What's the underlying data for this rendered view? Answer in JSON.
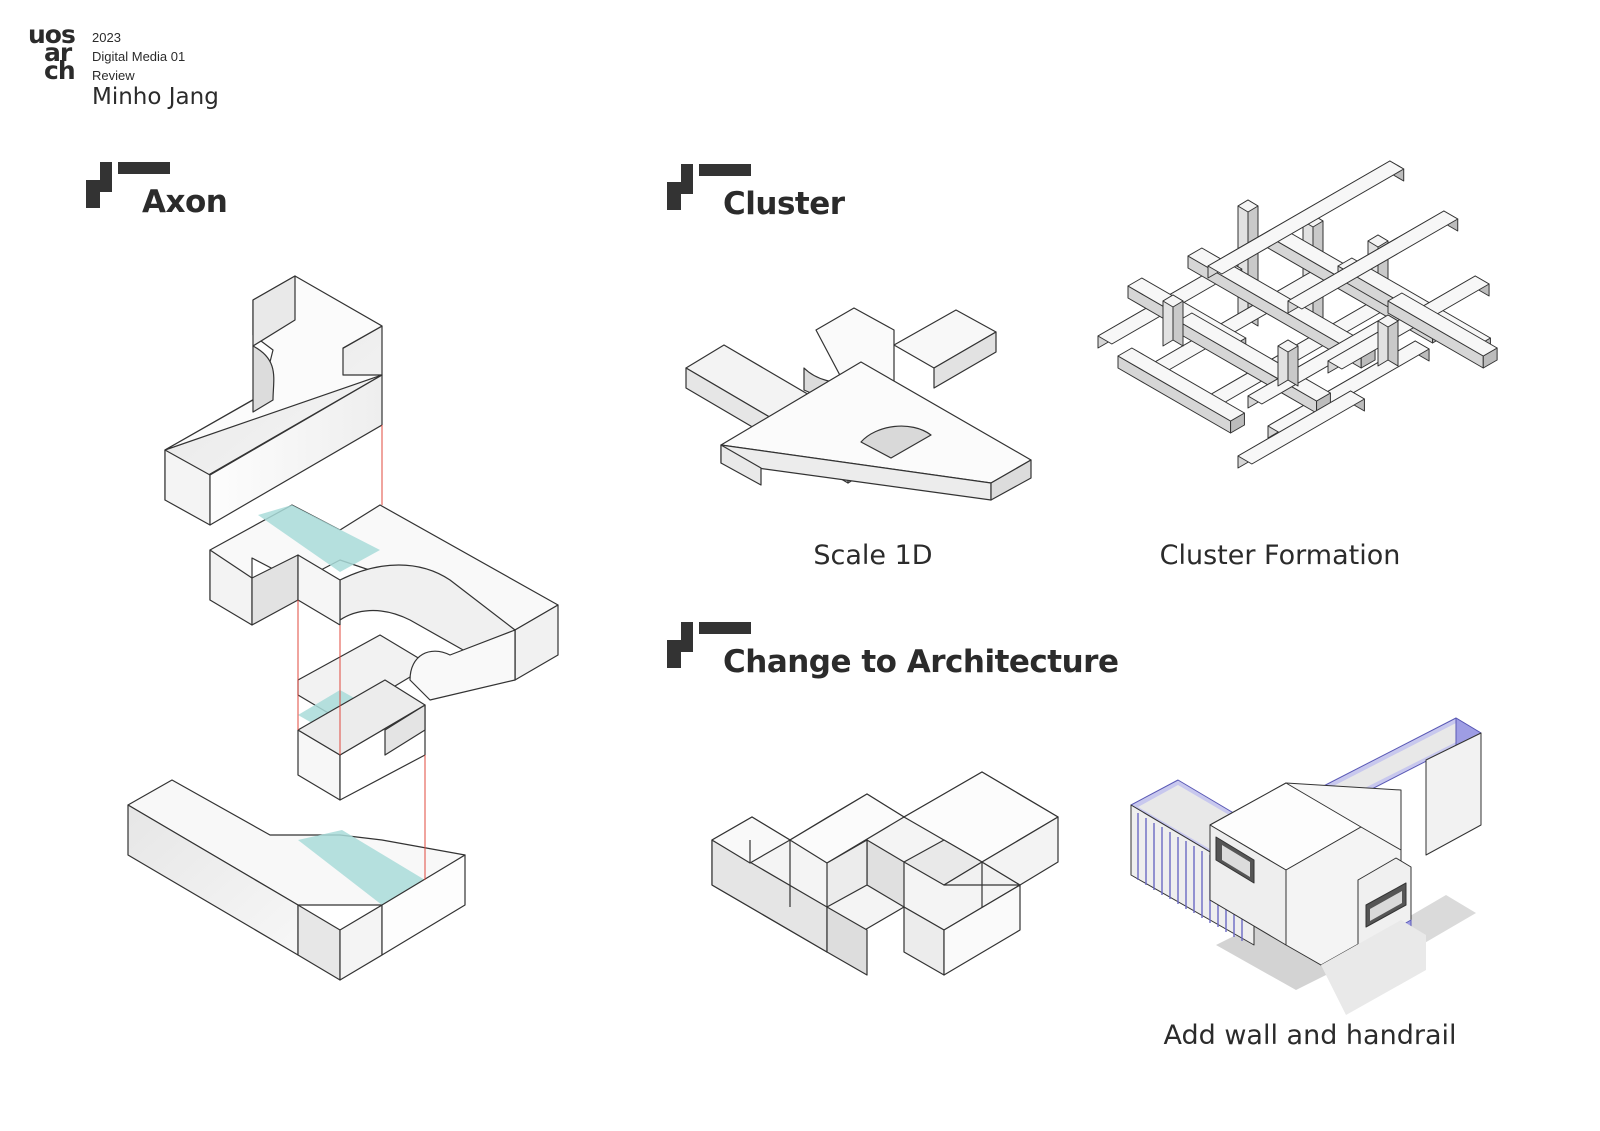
{
  "header": {
    "logo_lines": [
      "uos",
      "ar",
      "ch"
    ],
    "year": "2023",
    "course": "Digital Media 01",
    "type": "Review",
    "author": "Minho Jang"
  },
  "sections": {
    "axon": {
      "title": "Axon"
    },
    "cluster": {
      "title": "Cluster"
    },
    "architecture": {
      "title": "Change to Architecture"
    }
  },
  "captions": {
    "scale": "Scale 1D",
    "cluster_formation": "Cluster Formation",
    "wall_handrail": "Add wall and handrail"
  },
  "colors": {
    "ink": "#2b2b2b",
    "highlight": "#a9dcd9",
    "guide_line": "#e0483e",
    "wall": "#8f8ee0"
  }
}
